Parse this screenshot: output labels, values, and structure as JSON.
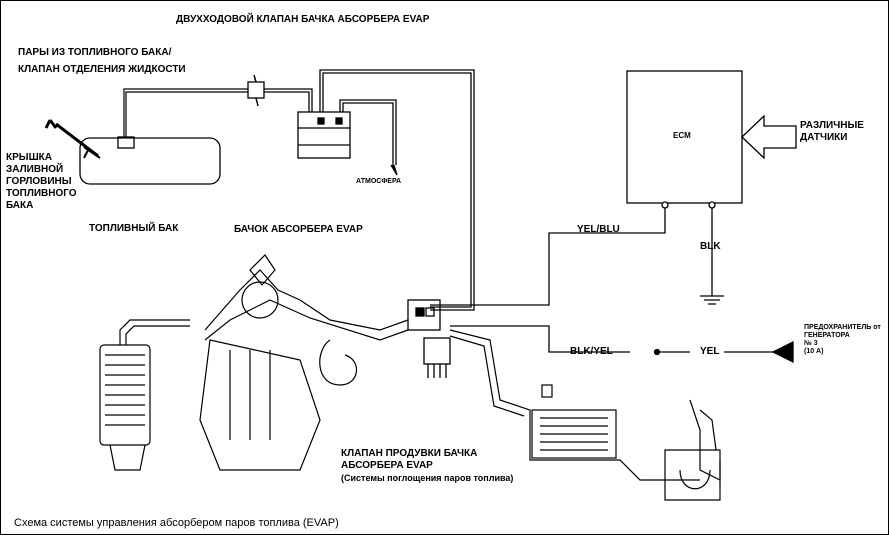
{
  "labels": {
    "two_way_valve": "ДВУХХОДОВОЙ КЛАПАН БАЧКА АБСОРБЕРА EVAP",
    "tank_vapor_line1": "ПАРЫ ИЗ ТОПЛИВНОГО БАКА/",
    "tank_vapor_line2": "КЛАПАН ОТДЕЛЕНИЯ ЖИДКОСТИ",
    "filler_cap_line1": "КРЫШКА",
    "filler_cap_line2": "ЗАЛИВНОЙ",
    "filler_cap_line3": "ГОРЛОВИНЫ",
    "filler_cap_line4": "ТОПЛИВНОГО",
    "filler_cap_line5": "БАКА",
    "fuel_tank": "ТОПЛИВНЫЙ БАК",
    "atmosphere": "АТМОСФЕРА",
    "canister": "БАЧОК АБСОРБЕРА EVAP",
    "ecm": "ECM",
    "sensors_line1": "РАЗЛИЧНЫЕ",
    "sensors_line2": "ДАТЧИКИ",
    "wire_yel_blu": "YEL/BLU",
    "wire_blk": "BLK",
    "wire_blk_yel": "BLK/YEL",
    "wire_yel": "YEL",
    "fuse_line1": "ПРЕДОХРАНИТЕЛЬ от",
    "fuse_line2": "ГЕНЕРАТОРА",
    "fuse_line3": "№ 3",
    "fuse_line4": "(10 А)",
    "purge_line1": "КЛАПАН ПРОДУВКИ БАЧКА",
    "purge_line2": "АБСОРБЕРА EVAP",
    "purge_line3": "(Системы поглощения паров топлива)"
  },
  "caption": "Схема системы управления абсорбером паров топлива (EVAP)"
}
